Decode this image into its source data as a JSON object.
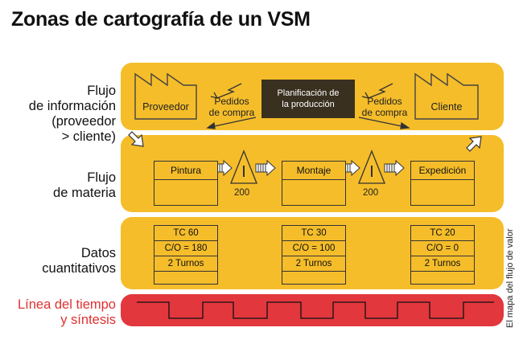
{
  "title": "Zonas de cartografía de un VSM",
  "row_labels": {
    "info": [
      "Flujo",
      "de información",
      "(proveedor",
      "> cliente)"
    ],
    "material": [
      "Flujo",
      "de materia"
    ],
    "data": [
      "Datos",
      "cuantitativos"
    ],
    "timeline": [
      "Línea del tiempo",
      "y síntesis"
    ]
  },
  "side_label": "El mapa del flujo de valor",
  "info_flow": {
    "supplier": "Proveedor",
    "customer": "Cliente",
    "planning": [
      "Planificación de",
      "la producción"
    ],
    "orders_left": [
      "Pedidos",
      "de compra"
    ],
    "orders_right": [
      "Pedidos",
      "de compra"
    ]
  },
  "processes": [
    "Pintura",
    "Montaje",
    "Expedición"
  ],
  "inventory": [
    "200",
    "200"
  ],
  "data_boxes": [
    [
      "TC 60",
      "C/O = 180",
      "2 Turnos",
      ""
    ],
    [
      "TC 30",
      "C/O = 100",
      "2 Turnos",
      ""
    ],
    [
      "TC 20",
      "C/O = 0",
      "2 Turnos",
      ""
    ]
  ],
  "colors": {
    "band": "#f5bd2a",
    "timeline": "#e2373d",
    "red_text": "#e03131",
    "planning_box": "#3a3020"
  }
}
